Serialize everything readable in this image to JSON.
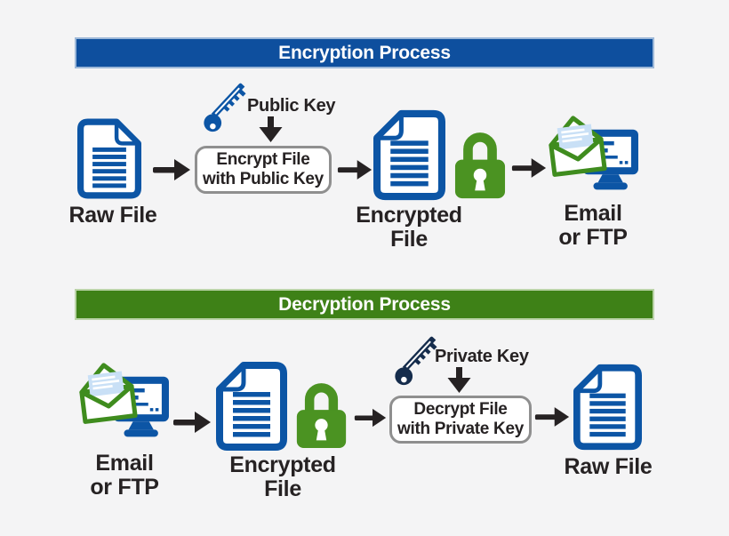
{
  "encryption": {
    "banner": "Encryption Process",
    "raw_file_label": "Raw File",
    "key_label": "Public Key",
    "process_box": "Encrypt File\nwith Public Key",
    "encrypted_file_label": "Encrypted\nFile",
    "destination_label": "Email\nor FTP"
  },
  "decryption": {
    "banner": "Decryption Process",
    "source_label": "Email\nor FTP",
    "encrypted_file_label": "Encrypted\nFile",
    "key_label": "Private Key",
    "process_box": "Decrypt File\nwith Private Key",
    "raw_file_label": "Raw File"
  },
  "icons": {
    "document": "document-icon",
    "padlock": "padlock-icon",
    "key_public": "public-key-icon",
    "key_private": "private-key-icon",
    "email_monitor": "email-monitor-icon",
    "arrow_right": "arrow-right-icon",
    "arrow_down": "arrow-down-icon"
  },
  "colors": {
    "background": "#f4f4f5",
    "banner_blue": "#0e4f9e",
    "banner_green": "#3e8117",
    "document_blue": "#0c55a5",
    "lock_green": "#4b9322",
    "envelope_green": "#3f8c1e",
    "public_key_blue": "#0c55a5",
    "private_key_navy": "#152c4c",
    "arrow_dark": "#262223",
    "letter_blue": "#c9e0f6",
    "box_border_gray": "#8f8f8f"
  }
}
